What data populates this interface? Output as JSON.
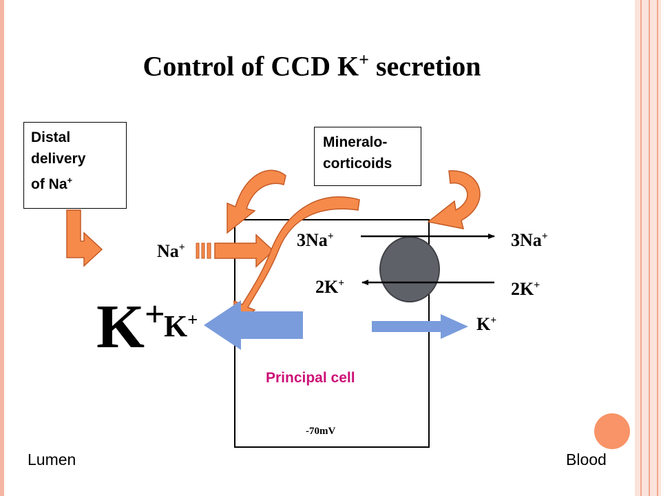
{
  "title": {
    "text": "Control of CCD K",
    "sup": "+",
    "suffix": " secretion"
  },
  "boxes": {
    "distal": [
      "Distal",
      "delivery",
      "of Na"
    ],
    "distal_sup": "+",
    "mineralo": [
      "Mineralo-",
      "corticoids"
    ]
  },
  "labels": {
    "na_lumen": {
      "base": "Na",
      "sup": "+"
    },
    "three_na_in": {
      "base": "3Na",
      "sup": "+"
    },
    "three_na_out": {
      "base": "3Na",
      "sup": "+"
    },
    "two_k_in": {
      "base": "2K",
      "sup": "+"
    },
    "two_k_out": {
      "base": "2K",
      "sup": "+"
    },
    "k_big": {
      "base": "K",
      "sup": "+"
    },
    "k_lumen": {
      "base": "K",
      "sup": "+"
    },
    "k_blood": {
      "base": "K",
      "sup": "+"
    }
  },
  "cell": {
    "label": "Principal cell",
    "potential": "-70mV"
  },
  "footer": {
    "left": "Lumen",
    "right": "Blood"
  },
  "colors": {
    "orange": "#f58a4b",
    "blue_arrow": "#7a9cdc",
    "pump": "#5f6168",
    "principal": "#cc1177"
  }
}
